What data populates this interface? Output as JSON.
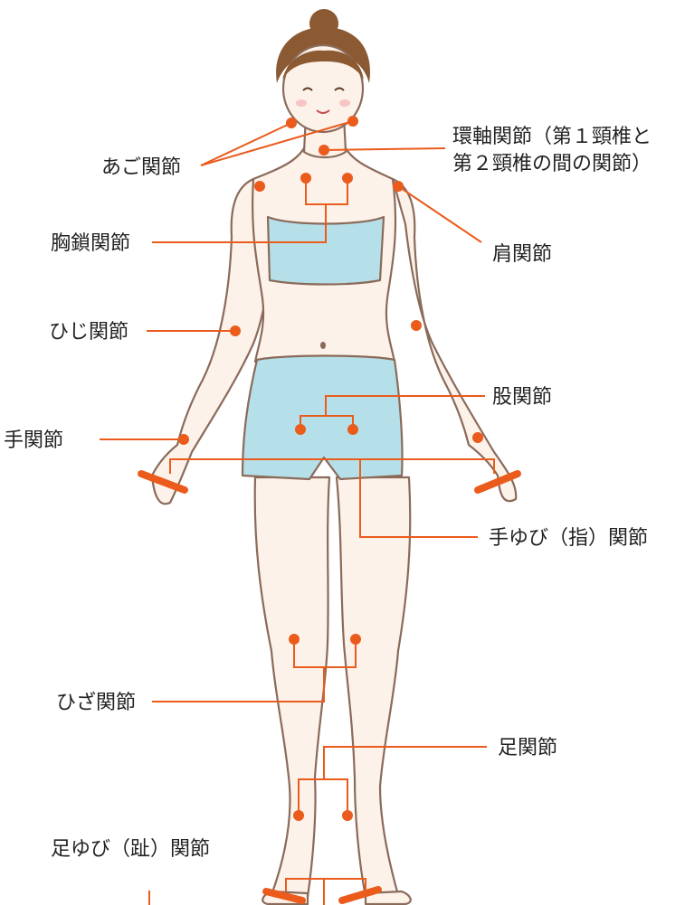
{
  "accent_color": "#ea5b1c",
  "labels": {
    "jaw": "あご関節",
    "atlanto_line1": "環軸関節（第１頸椎と",
    "atlanto_line2": "第２頸椎の間の関節）",
    "sternoclavicular": "胸鎖関節",
    "shoulder": "肩関節",
    "elbow": "ひじ関節",
    "hip": "股関節",
    "wrist": "手関節",
    "finger": "手ゆび（指）関節",
    "knee": "ひざ関節",
    "ankle": "足関節",
    "toe": "足ゆび（趾）関節"
  }
}
